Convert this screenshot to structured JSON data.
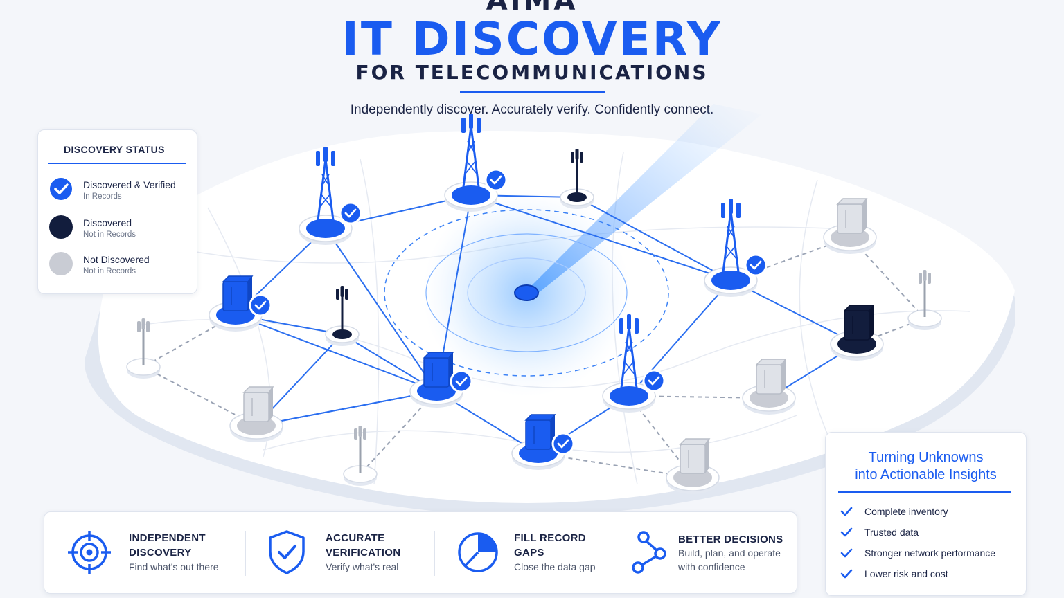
{
  "header": {
    "top_cut": "AIMA",
    "title": "IT DISCOVERY",
    "subtitle": "FOR TELECOMMUNICATIONS",
    "tagline": "Independently discover. Accurately verify. Confidently connect."
  },
  "legend": {
    "title": "DISCOVERY STATUS",
    "items": [
      {
        "label": "Discovered & Verified",
        "sub": "In Records",
        "color": "#1a5cf0",
        "icon": "check-circle-icon"
      },
      {
        "label": "Discovered",
        "sub": "Not in Records",
        "color": "#121d3d",
        "icon": "dark-circle-icon"
      },
      {
        "label": "Not Discovered",
        "sub": "Not in Records",
        "color": "#c9ccd4",
        "icon": "grey-circle-icon"
      }
    ]
  },
  "insights": {
    "title_line1": "Turning Unknowns",
    "title_line2": "into Actionable Insights",
    "items": [
      "Complete inventory",
      "Trusted data",
      "Stronger network performance",
      "Lower risk and cost"
    ]
  },
  "features": [
    {
      "title1": "INDEPENDENT",
      "title2": "DISCOVERY",
      "desc1": "Find what's out there",
      "desc2": "",
      "icon": "target-icon"
    },
    {
      "title1": "ACCURATE",
      "title2": "VERIFICATION",
      "desc1": "Verify what's real",
      "desc2": "",
      "icon": "shield-check-icon"
    },
    {
      "title1": "FILL RECORD",
      "title2": "GAPS",
      "desc1": "Close the data gap",
      "desc2": "",
      "icon": "pie-chart-icon"
    },
    {
      "title1": "BETTER DECISIONS",
      "title2": "",
      "desc1": "Build, plan, and operate",
      "desc2": "with confidence",
      "icon": "share-nodes-icon"
    }
  ],
  "colors": {
    "accent": "#1a5cf0",
    "dark": "#121d3d",
    "grey": "#c9ccd4",
    "text": "#1a2344"
  },
  "map": {
    "center_icon": "scanner-icon",
    "nodes": [
      {
        "kind": "tower",
        "status": "verified"
      },
      {
        "kind": "tower",
        "status": "verified"
      },
      {
        "kind": "small-tower",
        "status": "discovered"
      },
      {
        "kind": "tower",
        "status": "verified"
      },
      {
        "kind": "cabinet",
        "status": "not-discovered"
      },
      {
        "kind": "small-tower",
        "status": "not-discovered"
      },
      {
        "kind": "cabinet",
        "status": "verified"
      },
      {
        "kind": "small-tower",
        "status": "discovered"
      },
      {
        "kind": "small-tower",
        "status": "not-discovered"
      },
      {
        "kind": "cabinet",
        "status": "not-discovered"
      },
      {
        "kind": "cabinet",
        "status": "verified"
      },
      {
        "kind": "tower",
        "status": "verified"
      },
      {
        "kind": "cabinet",
        "status": "not-discovered"
      },
      {
        "kind": "cabinet",
        "status": "discovered"
      },
      {
        "kind": "small-tower",
        "status": "not-discovered"
      },
      {
        "kind": "cabinet",
        "status": "verified"
      },
      {
        "kind": "cabinet",
        "status": "not-discovered"
      }
    ]
  }
}
